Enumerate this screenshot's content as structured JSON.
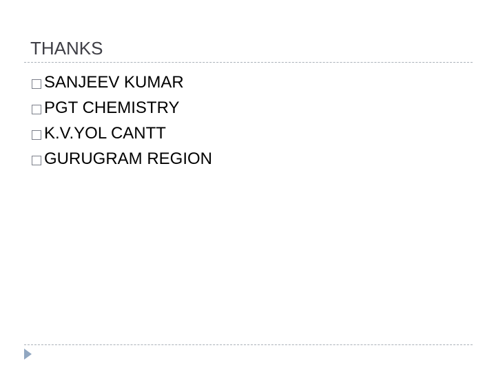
{
  "slide": {
    "title": "THANKS",
    "bullets": [
      {
        "text": "SANJEEV KUMAR"
      },
      {
        "text": "PGT CHEMISTRY"
      },
      {
        "text": "K.V.YOL CANTT"
      },
      {
        "text": "GURUGRAM REGION"
      }
    ],
    "bullet_icon": "hollow-square-icon",
    "nav_icon": "triangle-right-icon",
    "colors": {
      "title": "#3f3f46",
      "text": "#000000",
      "rule": "#a9b0b8",
      "bullet_box": "#7b7f8a",
      "nav_arrow": "#91a7c1",
      "background": "#ffffff"
    }
  }
}
